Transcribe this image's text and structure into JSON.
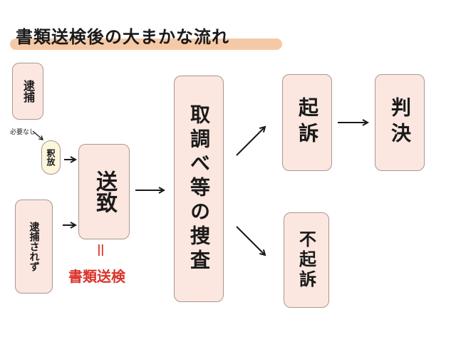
{
  "title": "書類送検後の大まかな流れ",
  "nodes": {
    "taiho": "逮捕",
    "shakuhou": "釈放",
    "taiho_sarezu": "逮捕されず",
    "souchi": "送致",
    "sousa": "取調べ等の捜査",
    "kiso": "起訴",
    "hanketsu": "判決",
    "fukiso": "不起訴"
  },
  "labels": {
    "hitsuyou_nashi": "必要なし",
    "equals": "||",
    "shorui_souken": "書類送検"
  },
  "colors": {
    "box_fill": "#fbe7df",
    "box_cream": "#fbf6dc",
    "title_highlight": "#f6c9a6",
    "accent_red": "#d9342b"
  }
}
